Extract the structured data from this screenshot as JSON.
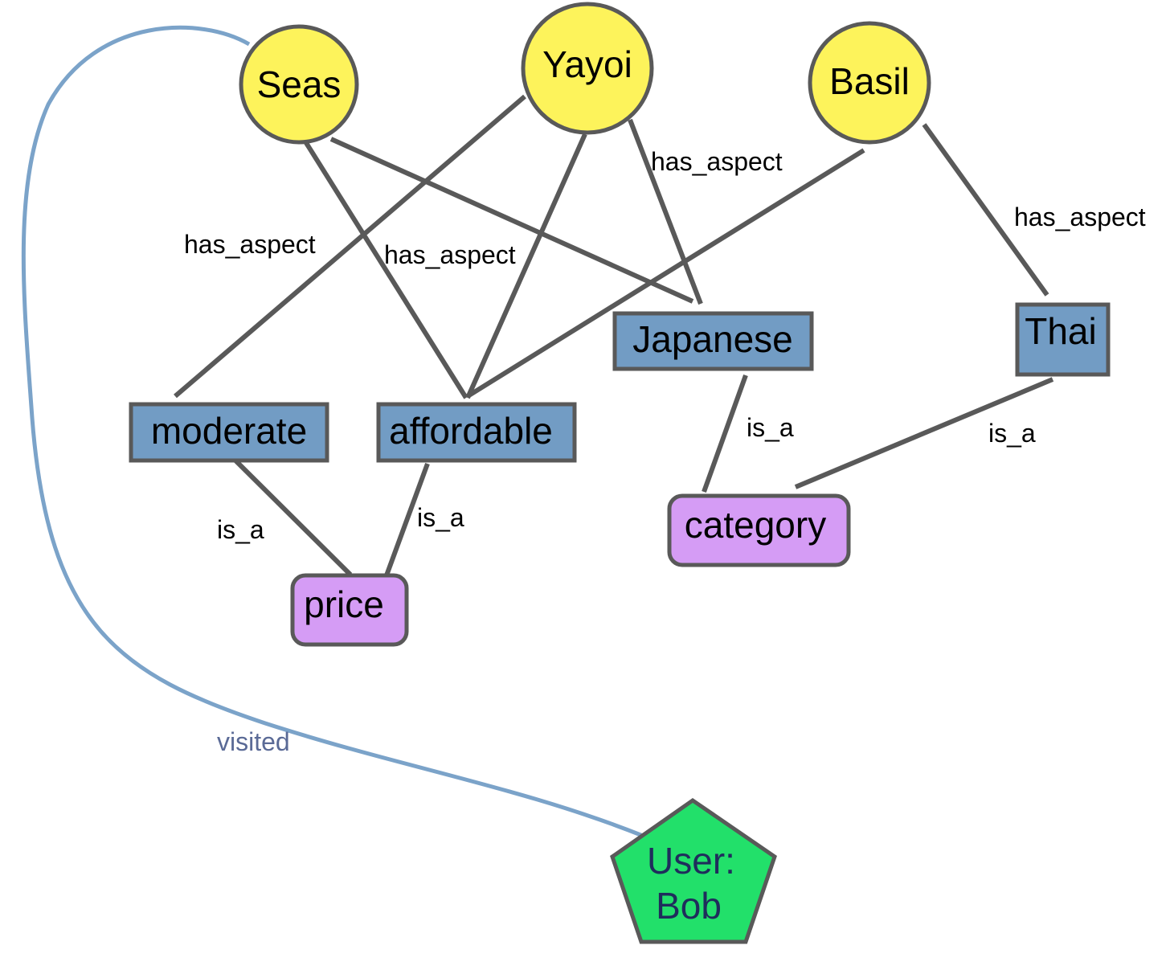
{
  "nodes": {
    "seas": "Seas",
    "yayoi": "Yayoi",
    "basil": "Basil",
    "japanese": "Japanese",
    "thai": "Thai",
    "moderate": "moderate",
    "affordable": "affordable",
    "category": "category",
    "price": "price",
    "user_line1": "User:",
    "user_line2": "Bob"
  },
  "edge_labels": {
    "has_aspect_1": "has_aspect",
    "has_aspect_2": "has_aspect",
    "has_aspect_3": "has_aspect",
    "has_aspect_4": "has_aspect",
    "is_a_japanese": "is_a",
    "is_a_thai": "is_a",
    "is_a_moderate": "is_a",
    "is_a_affordable": "is_a",
    "visited": "visited"
  },
  "colors": {
    "restaurant": "#fdf35b",
    "aspect": "#729cc4",
    "type": "#d59cf5",
    "user": "#22e06a",
    "visited_edge": "#7ba3c9"
  }
}
